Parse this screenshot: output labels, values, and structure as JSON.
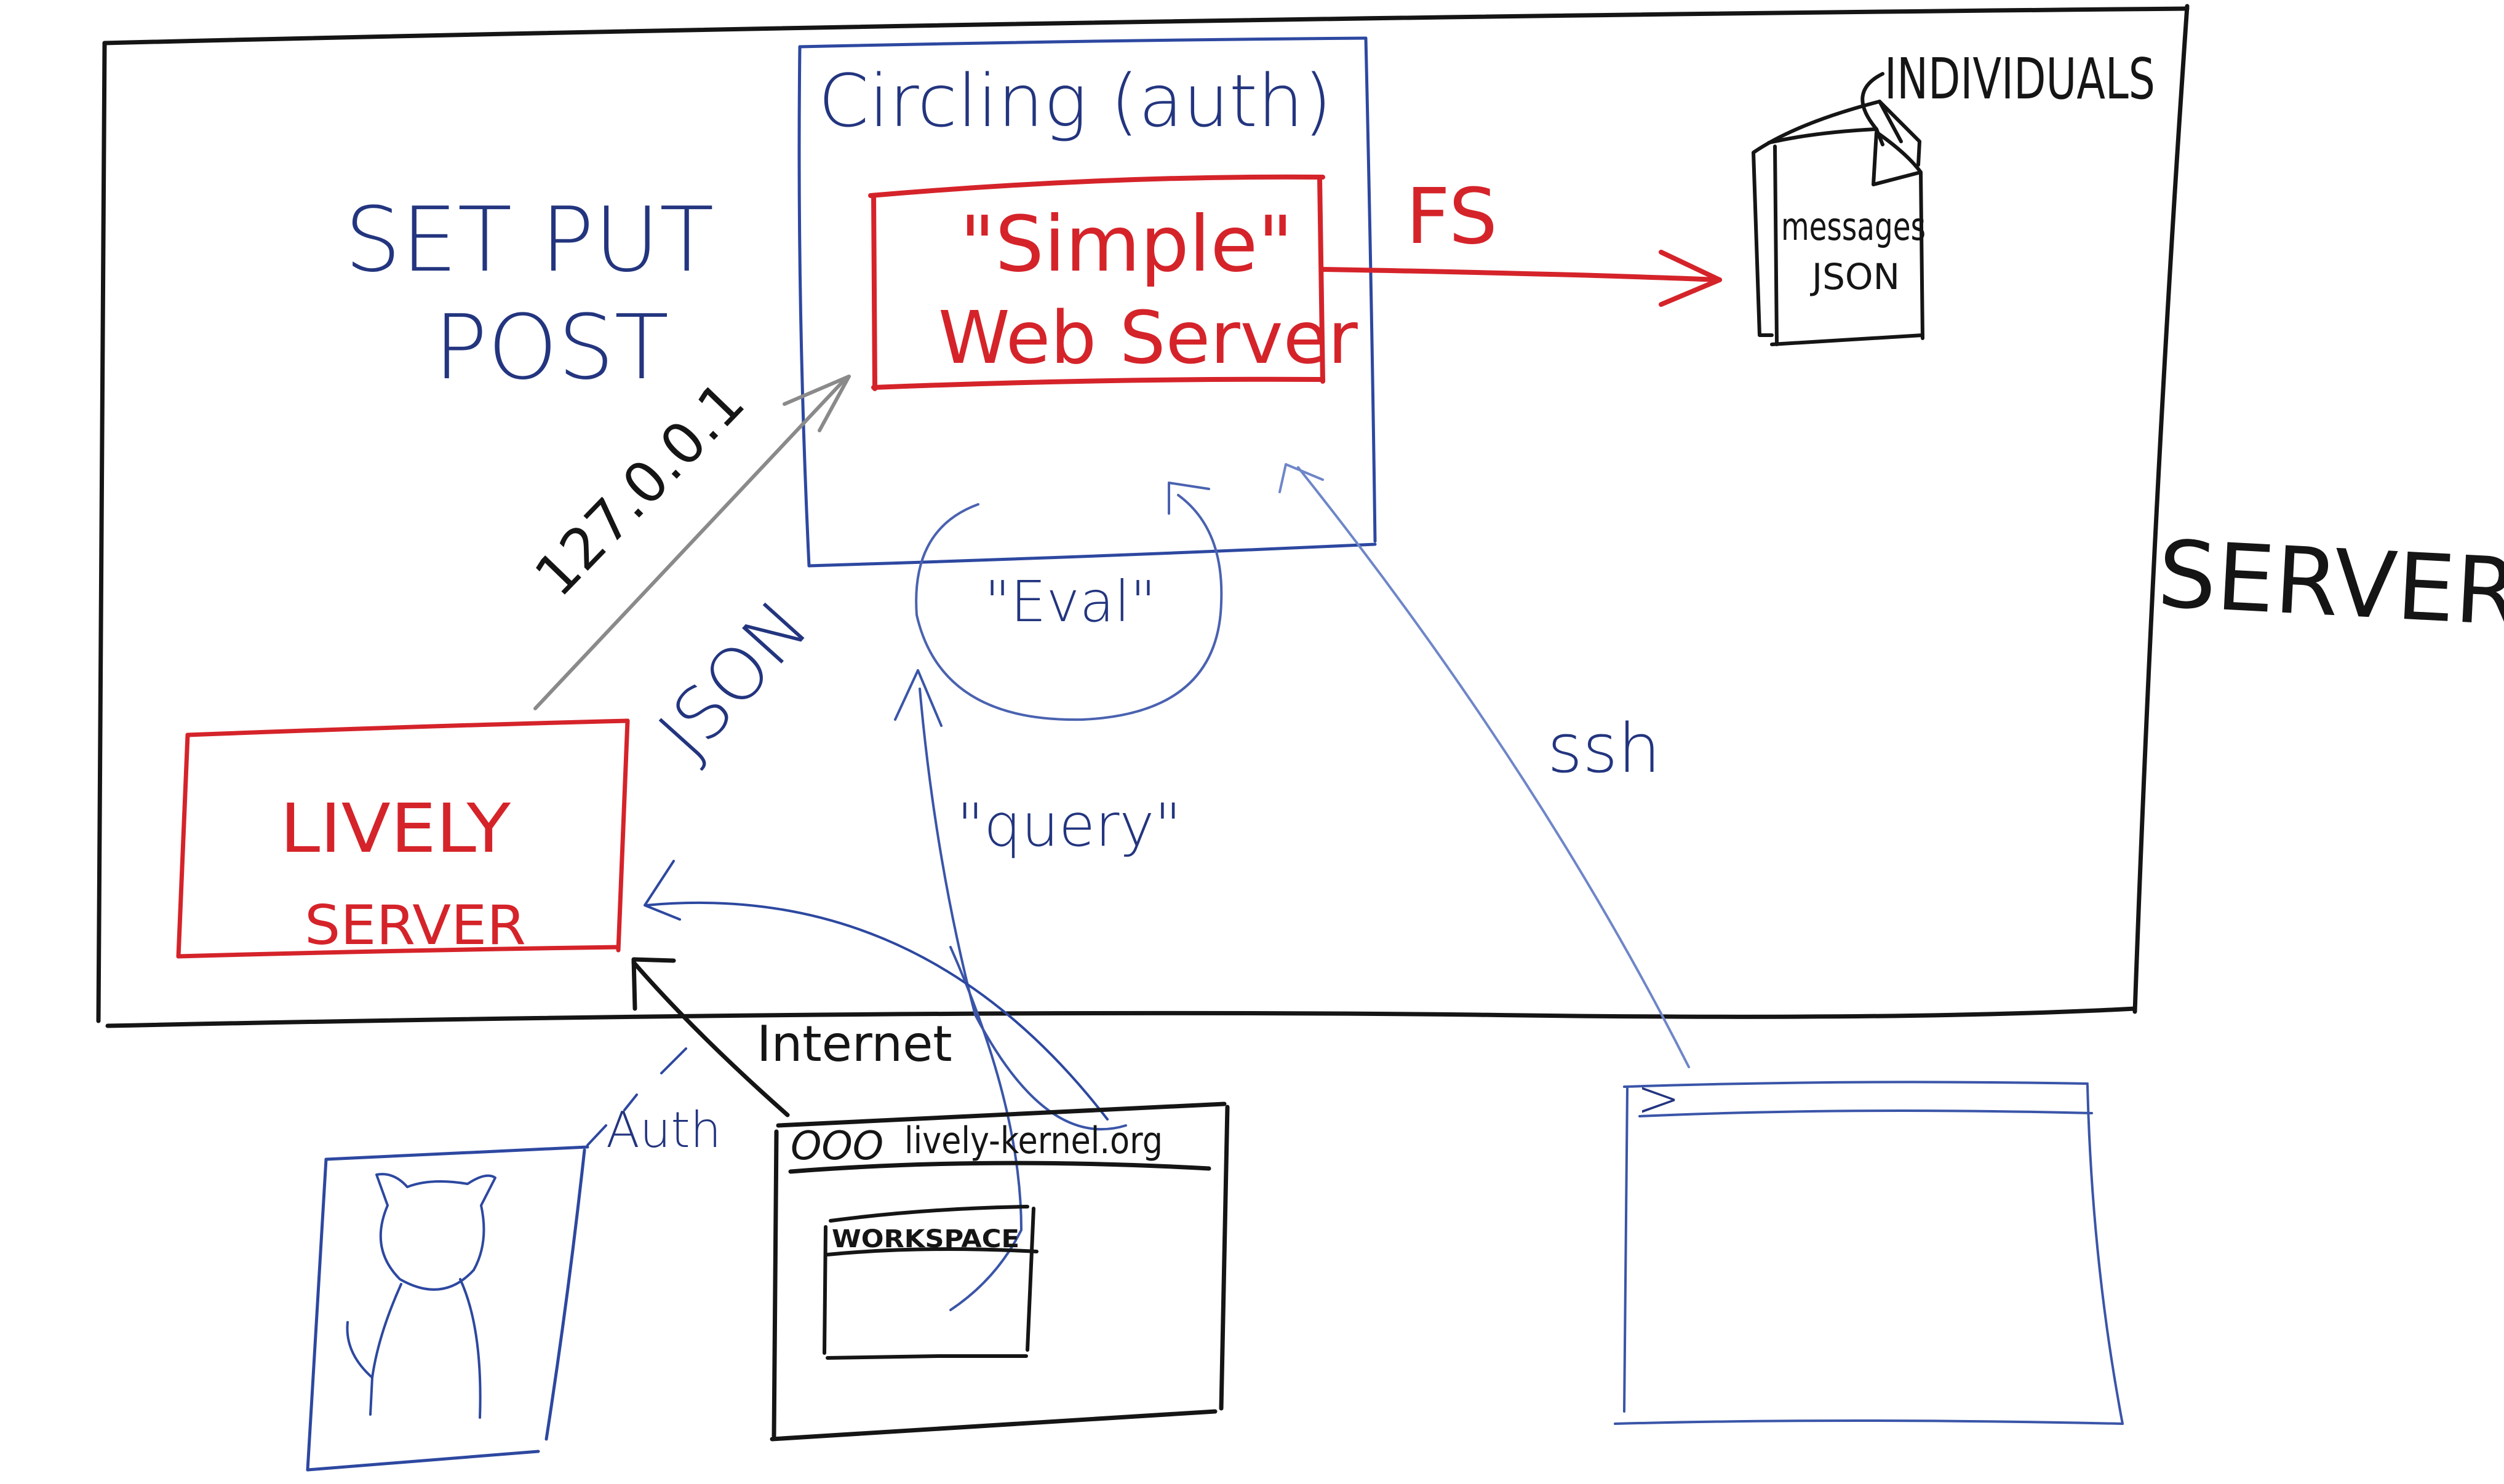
{
  "title": "Whiteboard architecture sketch: Lively server, Simple Web Server, Circling auth",
  "colors": {
    "blue_marker": "#23357f",
    "light_blue_marker": "#5a72b8",
    "red_marker": "#d5232a",
    "black_marker": "#151515",
    "grey_marker": "#8a8a8a",
    "board": "#ffffff"
  },
  "server_region": {
    "label": "SERVER"
  },
  "http_methods": {
    "line1": "SET PUT",
    "line2": "POST"
  },
  "circling": {
    "label": "Circling (auth)"
  },
  "simple_web_server": {
    "line1": "\"Simple\"",
    "line2": "Web Server"
  },
  "fs_arrow": {
    "label": "FS"
  },
  "individuals": {
    "label": "INDIVIDUALS",
    "file_line1": "messages",
    "file_line2": "JSON"
  },
  "localhost_arrow": {
    "label": "127.0.0.1"
  },
  "json_label": "JSON",
  "eval_loop": {
    "label": "\"Eval\""
  },
  "query_arrow": {
    "label": "\"query\""
  },
  "ssh_arrow": {
    "label": "ssh"
  },
  "lively_server": {
    "line1": "LIVELY",
    "line2": "SERVER"
  },
  "internet_arrow": {
    "label": "Internet"
  },
  "auth_card": {
    "label": "Auth",
    "icon": "github-octocat-icon"
  },
  "browser_window": {
    "traffic_lights": "OOO",
    "url": "lively-kernel.org",
    "workspace_title": "WORKSPACE"
  },
  "terminal_window": {
    "prompt": ">"
  }
}
